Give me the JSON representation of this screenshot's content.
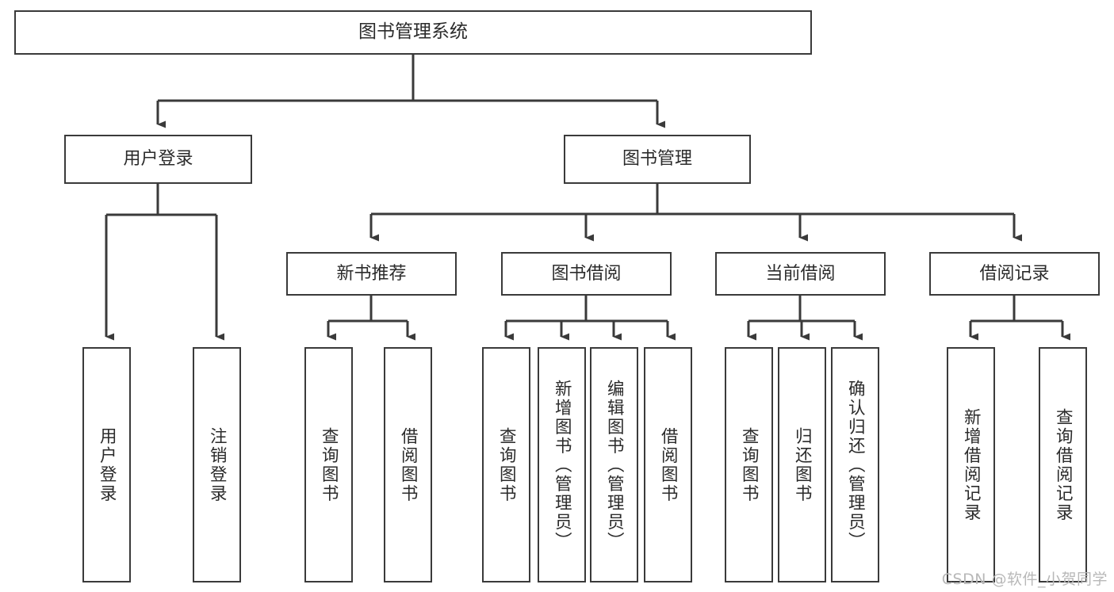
{
  "diagram": {
    "title": "图书管理系统",
    "type": "hierarchy-tree",
    "watermark": "CSDN @软件_小贺同学",
    "colors": {
      "box_border": "#3a3a3a",
      "box_fill": "#ffffff",
      "edge": "#3a3a3a",
      "text": "#2b2b2b",
      "watermark": "#b8b8b8"
    },
    "levels": {
      "level0": [
        {
          "id": "root",
          "label": "图书管理系统"
        }
      ],
      "level1": [
        {
          "id": "login",
          "label": "用户登录"
        },
        {
          "id": "bookmgmt",
          "label": "图书管理"
        }
      ],
      "level2": [
        {
          "id": "newbook",
          "label": "新书推荐",
          "parent": "bookmgmt"
        },
        {
          "id": "borrow",
          "label": "图书借阅",
          "parent": "bookmgmt"
        },
        {
          "id": "current",
          "label": "当前借阅",
          "parent": "bookmgmt"
        },
        {
          "id": "record",
          "label": "借阅记录",
          "parent": "bookmgmt"
        }
      ],
      "level3": [
        {
          "id": "leaf1",
          "label": "用户登录",
          "parent": "login"
        },
        {
          "id": "leaf2",
          "label": "注销登录",
          "parent": "login"
        },
        {
          "id": "leaf3",
          "label": "查询图书",
          "parent": "newbook"
        },
        {
          "id": "leaf4",
          "label": "借阅图书",
          "parent": "newbook"
        },
        {
          "id": "leaf5",
          "label": "查询图书",
          "parent": "borrow"
        },
        {
          "id": "leaf6",
          "label": "新增图书（管理员）",
          "parent": "borrow"
        },
        {
          "id": "leaf7",
          "label": "编辑图书（管理员）",
          "parent": "borrow"
        },
        {
          "id": "leaf8",
          "label": "借阅图书",
          "parent": "borrow"
        },
        {
          "id": "leaf9",
          "label": "查询图书",
          "parent": "current"
        },
        {
          "id": "leaf10",
          "label": "归还图书",
          "parent": "current"
        },
        {
          "id": "leaf11",
          "label": "确认归还（管理员）",
          "parent": "current"
        },
        {
          "id": "leaf12",
          "label": "新增借阅记录",
          "parent": "record"
        },
        {
          "id": "leaf13",
          "label": "查询借阅记录",
          "parent": "record"
        }
      ]
    }
  }
}
